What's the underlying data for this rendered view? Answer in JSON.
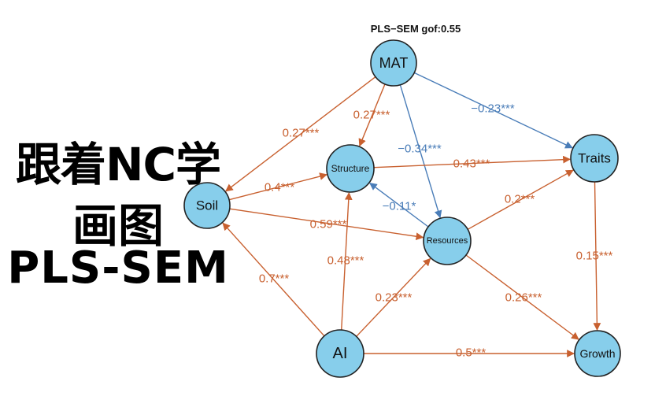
{
  "diagram": {
    "title": "PLS−SEM gof:0.55",
    "colors": {
      "positive": "#C8602F",
      "negative": "#4A7DB8",
      "node_fill": "#87CEEB"
    },
    "nodes": [
      {
        "id": "MAT",
        "label": "MAT"
      },
      {
        "id": "Structure",
        "label": "Structure"
      },
      {
        "id": "Soil",
        "label": "Soil"
      },
      {
        "id": "Traits",
        "label": "Traits"
      },
      {
        "id": "Resources",
        "label": "Resources"
      },
      {
        "id": "AI",
        "label": "AI"
      },
      {
        "id": "Growth",
        "label": "Growth"
      }
    ],
    "edges": [
      {
        "from": "MAT",
        "to": "Soil",
        "label": "0.27***",
        "sign": "positive"
      },
      {
        "from": "MAT",
        "to": "Structure",
        "label": "0.27***",
        "sign": "positive"
      },
      {
        "from": "MAT",
        "to": "Resources",
        "label": "−0.34***",
        "sign": "negative"
      },
      {
        "from": "MAT",
        "to": "Traits",
        "label": "−0.23***",
        "sign": "negative"
      },
      {
        "from": "Soil",
        "to": "Structure",
        "label": "0.4***",
        "sign": "positive"
      },
      {
        "from": "Soil",
        "to": "Resources",
        "label": "0.59***",
        "sign": "positive"
      },
      {
        "from": "Structure",
        "to": "Traits",
        "label": "0.43***",
        "sign": "positive"
      },
      {
        "from": "Resources",
        "to": "Structure",
        "label": "−0.11*",
        "sign": "negative"
      },
      {
        "from": "Resources",
        "to": "Traits",
        "label": "0.2***",
        "sign": "positive"
      },
      {
        "from": "Resources",
        "to": "Growth",
        "label": "0.26***",
        "sign": "positive"
      },
      {
        "from": "Traits",
        "to": "Growth",
        "label": "0.15***",
        "sign": "positive"
      },
      {
        "from": "AI",
        "to": "Soil",
        "label": "0.7***",
        "sign": "positive"
      },
      {
        "from": "AI",
        "to": "Structure",
        "label": "0.48***",
        "sign": "positive"
      },
      {
        "from": "AI",
        "to": "Resources",
        "label": "0.23***",
        "sign": "positive"
      },
      {
        "from": "AI",
        "to": "Growth",
        "label": "0.5***",
        "sign": "positive"
      }
    ]
  },
  "overlay": {
    "line1": "跟着NC学",
    "line2": "画图",
    "line3": "PLS-SEM"
  }
}
